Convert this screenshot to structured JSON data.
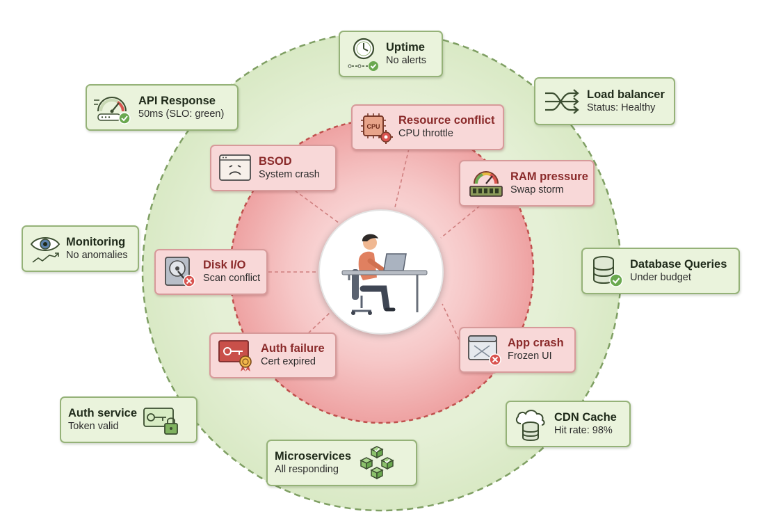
{
  "outer_ring": [
    {
      "id": "uptime",
      "title": "Uptime",
      "subtitle": "No alerts",
      "icon": "clock-check-icon"
    },
    {
      "id": "load-balancer",
      "title": "Load balancer",
      "subtitle": "Status: Healthy",
      "icon": "shuffle-arrows-icon"
    },
    {
      "id": "database-queries",
      "title": "Database Queries",
      "subtitle": "Under budget",
      "icon": "database-check-icon"
    },
    {
      "id": "cdn-cache",
      "title": "CDN Cache",
      "subtitle": "Hit rate: 98%",
      "icon": "cloud-database-icon"
    },
    {
      "id": "microservices",
      "title": "Microservices",
      "subtitle": "All responding",
      "icon": "cubes-network-icon"
    },
    {
      "id": "auth-service",
      "title": "Auth service",
      "subtitle": "Token valid",
      "icon": "key-card-lock-icon"
    },
    {
      "id": "monitoring",
      "title": "Monitoring",
      "subtitle": "No anomalies",
      "icon": "eye-trend-icon"
    },
    {
      "id": "api-response",
      "title": "API Response",
      "subtitle": "50ms (SLO: green)",
      "icon": "gauge-check-icon"
    }
  ],
  "inner_ring": [
    {
      "id": "resource-conflict",
      "title": "Resource conflict",
      "subtitle": "CPU throttle",
      "icon": "cpu-chip-gear-icon",
      "icon_label": "CPU"
    },
    {
      "id": "ram-pressure",
      "title": "RAM pressure",
      "subtitle": "Swap storm",
      "icon": "ram-gauge-icon"
    },
    {
      "id": "app-crash",
      "title": "App crash",
      "subtitle": "Frozen UI",
      "icon": "crashed-window-icon"
    },
    {
      "id": "auth-failure",
      "title": "Auth failure",
      "subtitle": "Cert expired",
      "icon": "key-certificate-icon"
    },
    {
      "id": "disk-io",
      "title": "Disk I/O",
      "subtitle": "Scan conflict",
      "icon": "hard-disk-error-icon"
    },
    {
      "id": "bsod",
      "title": "BSOD",
      "subtitle": "System crash",
      "icon": "sad-window-icon"
    }
  ],
  "center": {
    "icon": "person-at-laptop-icon"
  },
  "colors": {
    "outer_fill": "#e3efd3",
    "outer_border": "#7f9f63",
    "inner_fill": "#f2b3b3",
    "inner_border": "#c0504d",
    "connector": "#cf7f7f"
  }
}
